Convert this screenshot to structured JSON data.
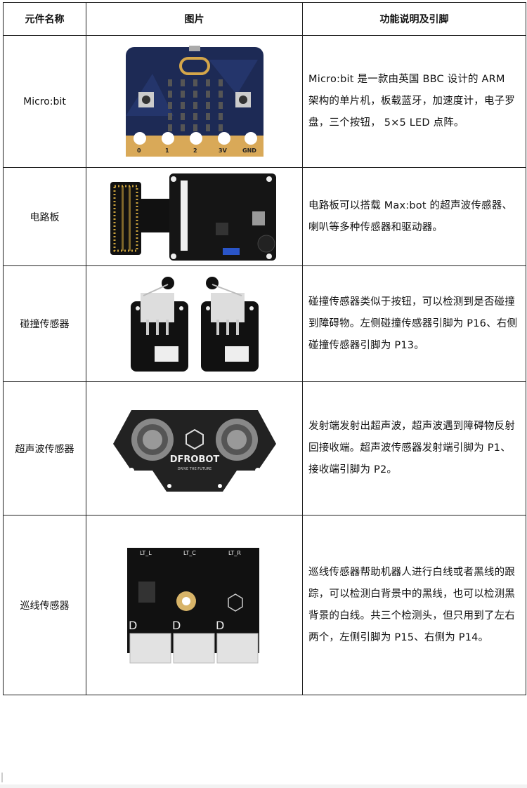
{
  "headers": {
    "name": "元件名称",
    "image": "图片",
    "desc": "功能说明及引脚"
  },
  "rows": [
    {
      "name": "Micro:bit",
      "desc": "Micro:bit 是一款由英国 BBC 设计的 ARM 架构的单片机，板载蓝牙，加速度计，电子罗盘，三个按钮， 5×5 LED 点阵。",
      "pins": {
        "p0": "0",
        "p1": "1",
        "p2": "2",
        "p3v": "3V",
        "gnd": "GND"
      }
    },
    {
      "name": "电路板",
      "desc": "电路板可以搭载 Max:bot 的超声波传感器、喇叭等多种传感器和驱动器。"
    },
    {
      "name": "碰撞传感器",
      "desc": "碰撞传感器类似于按钮，可以检测到是否碰撞到障碍物。左侧碰撞传感器引脚为 P16、右侧碰撞传感器引脚为 P13。"
    },
    {
      "name": "超声波传感器",
      "desc": "发射端发射出超声波，超声波遇到障碍物反射回接收端。超声波传感器发射端引脚为 P1、接收端引脚为 P2。",
      "brand": "DFROBOT",
      "slogan": "DRIVE THE FUTURE"
    },
    {
      "name": "巡线传感器",
      "desc": "巡线传感器帮助机器人进行白线或者黑线的跟踪，可以检测白背景中的黑线，也可以检测黑背景的白线。共三个检测头，但只用到了左右两个，左侧引脚为 P15、右侧为 P14。",
      "labels": {
        "left": "LT_L",
        "center": "LT_C",
        "right": "LT_R",
        "d": "D"
      }
    }
  ]
}
